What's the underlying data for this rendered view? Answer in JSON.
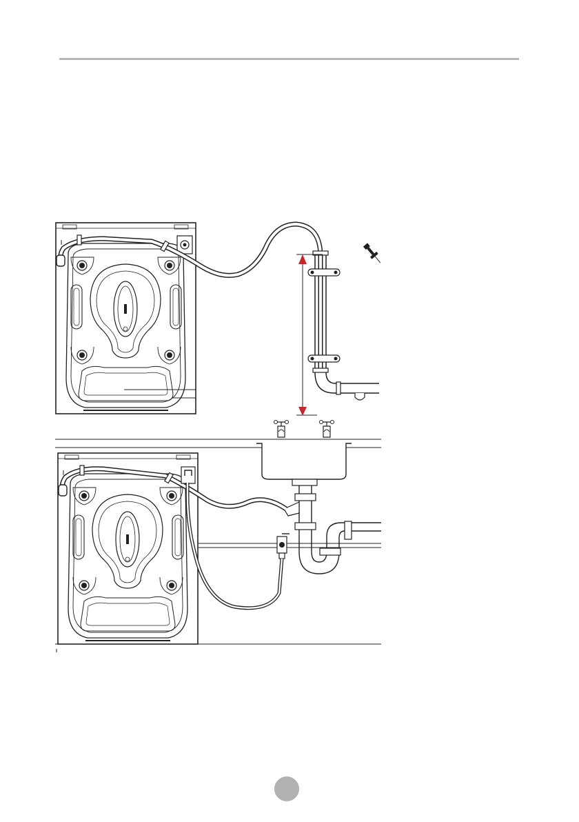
{
  "page": {
    "page_number": "",
    "colors": {
      "rule": "#b5b5b5",
      "line_art": "#231f20",
      "height_marker": "#c1272d",
      "page_number_badge": "#b1b1b1"
    }
  },
  "figures": [
    {
      "name": "drain-to-standpipe",
      "depicts": [
        "washing-machine-rear",
        "drain-hose",
        "hose-clip",
        "standpipe",
        "wall-brackets",
        "height-arrow",
        "pushpin-icon"
      ]
    },
    {
      "name": "drain-to-sink-trap",
      "depicts": [
        "washing-machine-rear",
        "drain-hose",
        "inlet-hose",
        "water-tap",
        "sink",
        "sink-taps",
        "drain-trap",
        "worktop"
      ]
    }
  ]
}
